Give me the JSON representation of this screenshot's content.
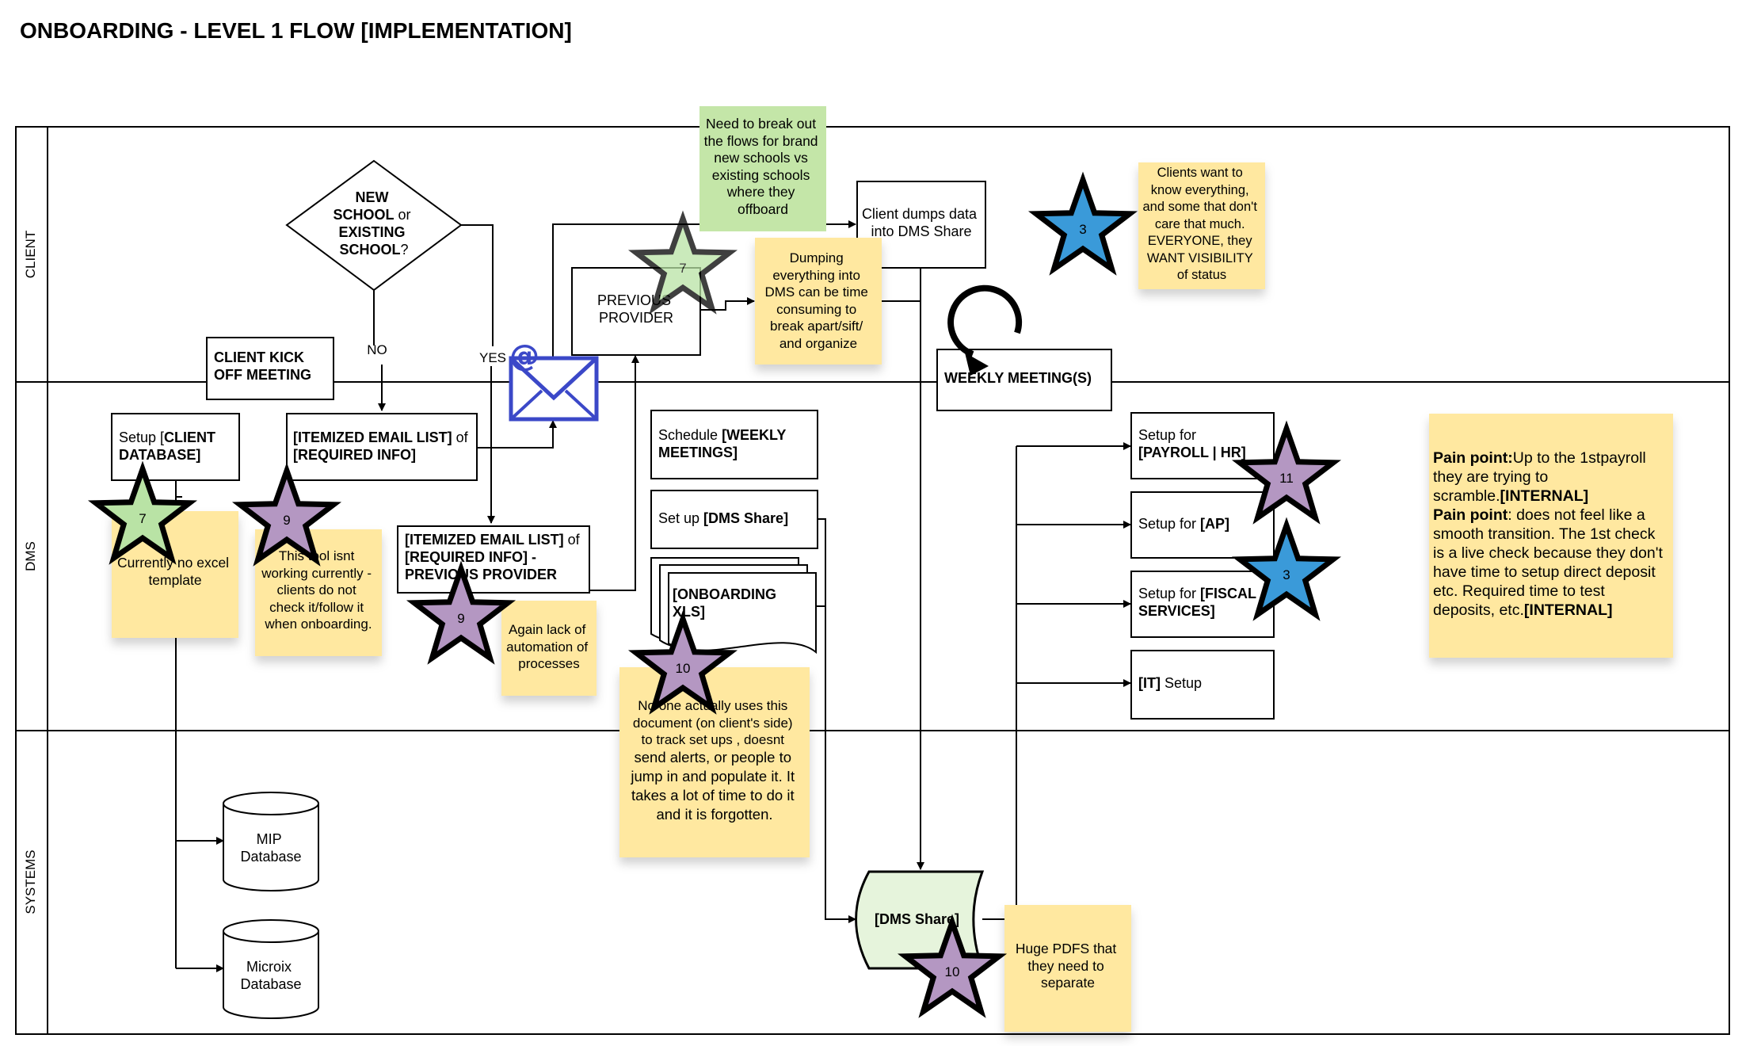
{
  "title": "ONBOARDING - LEVEL 1 FLOW [IMPLEMENTATION]",
  "lanes": {
    "client": "CLIENT",
    "dms": "DMS",
    "systems": "SYSTEMS"
  },
  "shapes": {
    "decision": {
      "l1": "NEW",
      "l2a": "SCHOOL",
      "l2b": " or",
      "l3": "EXISTING",
      "l4a": "SCHOOL",
      "l4b": "?"
    },
    "kickoff": {
      "l1": "CLIENT KICK",
      "l2": "OFF MEETING"
    },
    "previous_provider": {
      "l1": "PREVIOUS",
      "l2": "PROVIDER"
    },
    "client_dumps": {
      "l1": "Client dumps data",
      "l2": "into DMS Share"
    },
    "weekly_meetings": "WEEKLY MEETING(S)",
    "setup_client_db": {
      "l1a": "Setup [",
      "l1b": "CLIENT",
      "l2": "DATABASE]"
    },
    "itemized_email": {
      "l1a": "[ITEMIZED EMAIL LIST]",
      "l1b": " of",
      "l2": "[REQUIRED INFO]"
    },
    "itemized_email_prev": {
      "l1a": "[ITEMIZED EMAIL LIST]",
      "l1b": " of",
      "l2": "[REQUIRED INFO] -",
      "l3": "PREVIOUS PROVIDER"
    },
    "schedule_weekly": {
      "l1a": "Schedule ",
      "l1b": "[WEEKLY",
      "l2": "MEETINGS]"
    },
    "setup_dms_share": {
      "l1a": "Set up ",
      "l1b": "[DMS Share]"
    },
    "onboarding_xls": {
      "l1": "[ONBOARDING",
      "l2": "XLS]"
    },
    "setup_payroll": {
      "l1": "Setup for",
      "l2": "[PAYROLL | HR]"
    },
    "setup_ap": {
      "l1a": "Setup for ",
      "l1b": "[AP]"
    },
    "setup_fiscal": {
      "l1a": "Setup for ",
      "l1b": "[FISCAL",
      "l2": "SERVICES]"
    },
    "setup_it": {
      "l1a": "[IT]",
      "l1b": " Setup"
    },
    "mip_db": {
      "l1": "MIP",
      "l2": "Database"
    },
    "microix_db": {
      "l1": "Microix",
      "l2": "Database"
    },
    "dms_share_doc": "[DMS Share]"
  },
  "edge_labels": {
    "no": "NO",
    "yes": "YES"
  },
  "notes": {
    "green_break_out": [
      "Need to break out",
      "the flows for brand",
      "new schools vs",
      "existing schools",
      "where they",
      "offboard"
    ],
    "dumping": [
      "Dumping",
      "everything into",
      "DMS can be time",
      "consuming to",
      "break apart/sift/",
      "and organize"
    ],
    "clients_want": [
      "Clients want to",
      "know everything,",
      "and some that don't",
      "care that much.",
      "EVERYONE, they",
      "WANT VISIBILITY",
      "of status"
    ],
    "no_excel": [
      "Currently no excel",
      "template"
    ],
    "tool_isnt": [
      "This tool isnt",
      "working currently -",
      "clients do not",
      "check it/follow it",
      "when onboarding."
    ],
    "lack_automation": [
      "Again lack of",
      "automation of",
      "processes"
    ],
    "no_one_uses": [
      "No one actually uses this",
      "document (on client's side)",
      "to track set ups , doesnt",
      "send alerts, or people to",
      "jump in and populate it. It",
      "takes a lot of time to do it",
      "and it is forgotten."
    ],
    "huge_pdfs": [
      "Huge PDFS that",
      "they need to",
      "separate"
    ],
    "pain_point": {
      "l1a": "Pain point:",
      "l1b": "Up to the 1stpayroll",
      "l2": "they are trying to",
      "l3a": "scramble.",
      "l3b": "[INTERNAL]",
      "l4a": "Pain point",
      "l4b": ": does not feel like a",
      "l5": "smooth transition. The 1st check",
      "l6": "is a live check because they don't",
      "l7": "have time to setup direct deposit",
      "l8": "etc. Required time to test",
      "l9a": "deposits, etc.",
      "l9b": "[INTERNAL]"
    }
  },
  "stars": {
    "s7_client": "7",
    "s3_client": "3",
    "s7_dms": "7",
    "s9_a": "9",
    "s9_b": "9",
    "s10_a": "10",
    "s11": "11",
    "s3_dms": "3",
    "s10_b": "10"
  },
  "colors": {
    "sticky_yellow": "#ffe8a0",
    "sticky_green": "#c4e6a8",
    "star_green": "#b9e3a5",
    "star_purple": "#b497c2",
    "star_blue": "#3a9ad9",
    "envelope_blue": "#3b48c8",
    "db_doc_green": "#e6f4dc"
  },
  "icons": [
    "envelope-icon",
    "refresh-loop-icon",
    "star-icon"
  ]
}
